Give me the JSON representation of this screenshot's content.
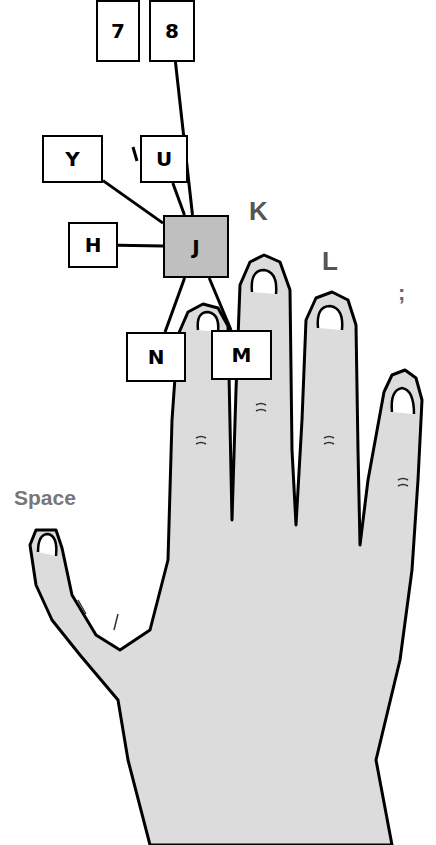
{
  "diagram": {
    "nodes": [
      {
        "text": [
          "7"
        ]
      },
      {
        "text": [
          "8"
        ]
      },
      {
        "text": [
          "Y"
        ]
      },
      {
        "text": [
          "U"
        ]
      },
      {
        "text": [
          "H"
        ]
      },
      {
        "text": [
          "J"
        ]
      },
      {
        "text": [
          "N"
        ]
      },
      {
        "text": [
          "M"
        ]
      }
    ],
    "edges": [
      {
        "from": 5,
        "to": 1,
        "arrow": "none"
      },
      {
        "from": 5,
        "to": 2,
        "arrow": "none"
      },
      {
        "from": 5,
        "to": 3,
        "arrow": "none"
      },
      {
        "from": 5,
        "to": 4,
        "arrow": "none"
      },
      {
        "from": 5,
        "to": 6,
        "arrow": "none"
      },
      {
        "from": 5,
        "to": 7,
        "arrow": "none"
      }
    ],
    "labels": [
      "K",
      "L",
      ";",
      "Space"
    ]
  }
}
